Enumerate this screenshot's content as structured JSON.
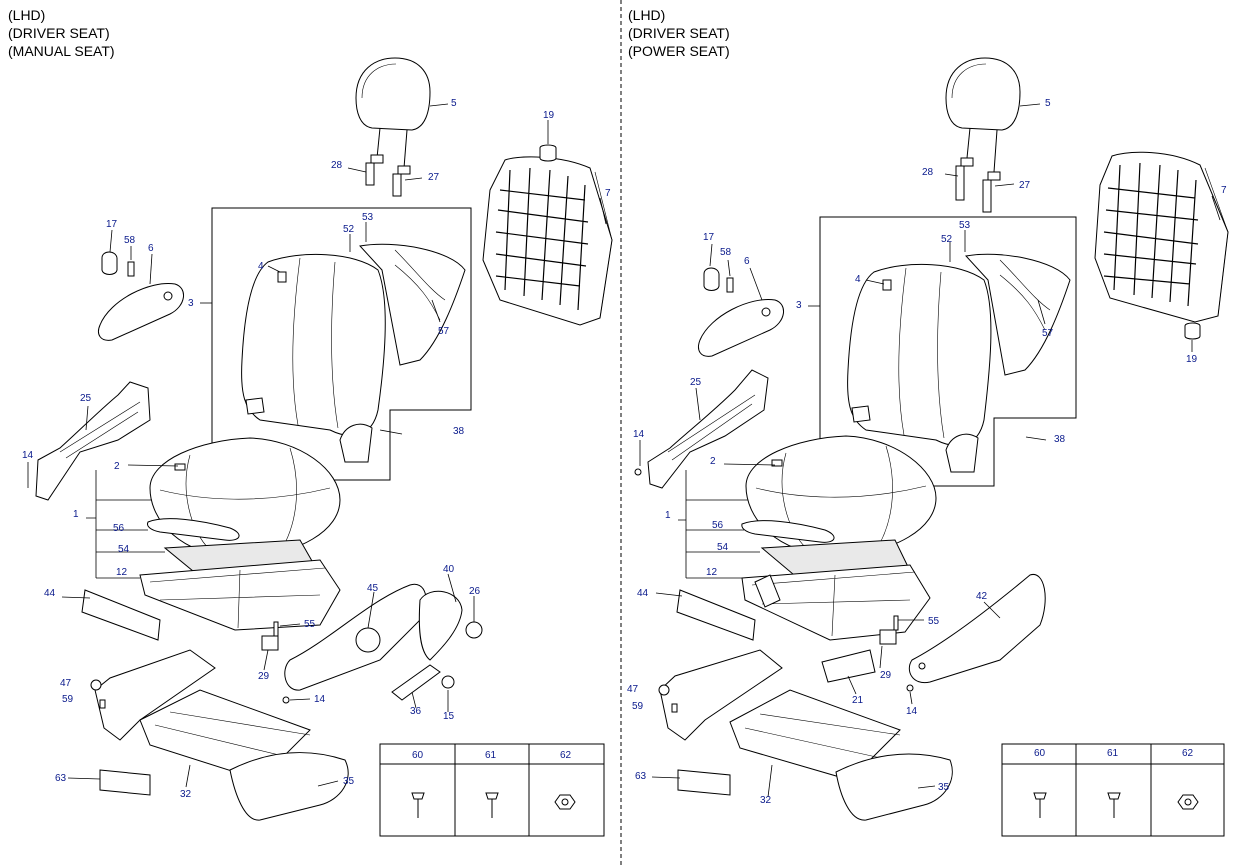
{
  "left_panel": {
    "title_lines": [
      "(LHD)",
      "(DRIVER SEAT)",
      "(MANUAL SEAT)"
    ],
    "labels": {
      "p5": "5",
      "p19": "19",
      "p28": "28",
      "p27": "27",
      "p7": "7",
      "p17": "17",
      "p58": "58",
      "p6": "6",
      "p53": "53",
      "p52": "52",
      "p4": "4",
      "p3": "3",
      "p57": "57",
      "p25": "25",
      "p38": "38",
      "p14a": "14",
      "p2": "2",
      "p1": "1",
      "p56": "56",
      "p54": "54",
      "p12": "12",
      "p44": "44",
      "p40": "40",
      "p45": "45",
      "p26": "26",
      "p55": "55",
      "p29": "29",
      "p47": "47",
      "p59": "59",
      "p14b": "14",
      "p36": "36",
      "p15": "15",
      "p63": "63",
      "p32": "32",
      "p35": "35"
    },
    "fastener_table": [
      "60",
      "61",
      "62"
    ]
  },
  "right_panel": {
    "title_lines": [
      "(LHD)",
      "(DRIVER SEAT)",
      "(POWER SEAT)"
    ],
    "labels": {
      "p5": "5",
      "p7": "7",
      "p28": "28",
      "p27": "27",
      "p19": "19",
      "p17": "17",
      "p58": "58",
      "p6": "6",
      "p53": "53",
      "p52": "52",
      "p4": "4",
      "p3": "3",
      "p57": "57",
      "p25": "25",
      "p14a": "14",
      "p38": "38",
      "p2": "2",
      "p1": "1",
      "p56": "56",
      "p54": "54",
      "p12": "12",
      "p44": "44",
      "p42": "42",
      "p55": "55",
      "p29": "29",
      "p21": "21",
      "p47": "47",
      "p59": "59",
      "p14b": "14",
      "p63": "63",
      "p32": "32",
      "p35": "35"
    },
    "fastener_table": [
      "60",
      "61",
      "62"
    ]
  },
  "colors": {
    "callout": "#0a1a8c",
    "line": "#000000",
    "background": "#ffffff"
  }
}
